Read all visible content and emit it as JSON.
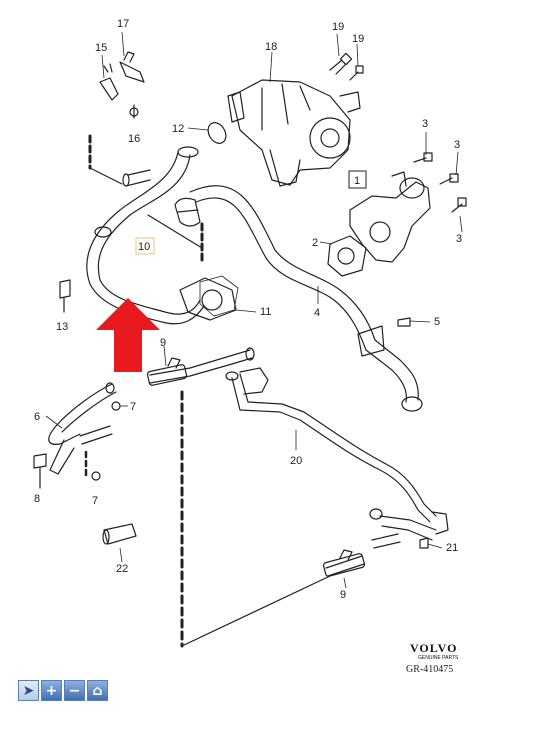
{
  "callouts": [
    "17",
    "15",
    "16",
    "18",
    "19",
    "19",
    "12",
    "3",
    "3",
    "1",
    "3",
    "2",
    "10",
    "11",
    "13",
    "4",
    "5",
    "9",
    "6",
    "7",
    "8",
    "7",
    "20",
    "21",
    "22",
    "9"
  ],
  "brand": {
    "name": "VOLVO",
    "tagline": "GENUINE PARTS",
    "code": "GR-410475"
  },
  "toolbar": [
    {
      "icon": "cursor-icon",
      "glyph": "➤"
    },
    {
      "icon": "zoom-in-icon",
      "glyph": "+"
    },
    {
      "icon": "zoom-out-icon",
      "glyph": "−"
    },
    {
      "icon": "home-icon",
      "glyph": "⌂"
    }
  ],
  "colors": {
    "line": "#222222",
    "arrow": "#e8191f",
    "highlight_box": "#f2c27a",
    "toolbar": "#3f6fb3"
  }
}
